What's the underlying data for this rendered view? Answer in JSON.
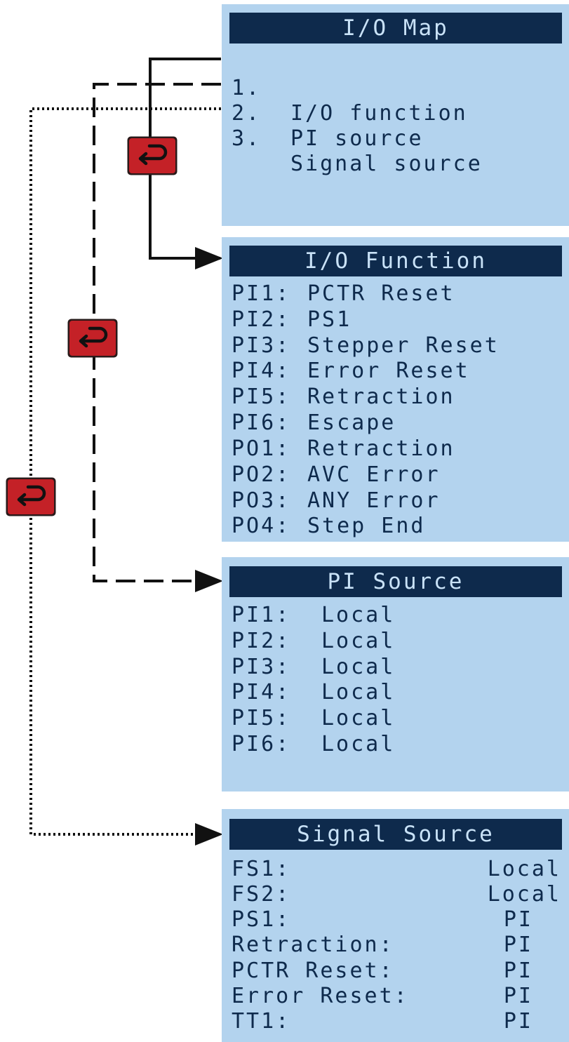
{
  "panels": {
    "io_map": {
      "title": "I/O Map",
      "items": [
        {
          "num": "1.",
          "label": "I/O function"
        },
        {
          "num": "2.",
          "label": "PI source"
        },
        {
          "num": "3.",
          "label": "Signal source"
        }
      ]
    },
    "io_function": {
      "title": "I/O Function",
      "rows": [
        {
          "key": "PI1:",
          "value": "PCTR Reset"
        },
        {
          "key": "PI2:",
          "value": "PS1"
        },
        {
          "key": "PI3:",
          "value": "Stepper Reset"
        },
        {
          "key": "PI4:",
          "value": "Error Reset"
        },
        {
          "key": "PI5:",
          "value": "Retraction"
        },
        {
          "key": "PI6:",
          "value": "Escape"
        },
        {
          "key": "PO1:",
          "value": "Retraction"
        },
        {
          "key": "PO2:",
          "value": "AVC Error"
        },
        {
          "key": "PO3:",
          "value": "ANY Error"
        },
        {
          "key": "PO4:",
          "value": "Step End"
        }
      ]
    },
    "pi_source": {
      "title": "PI Source",
      "rows": [
        {
          "key": "PI1:",
          "value": "Local"
        },
        {
          "key": "PI2:",
          "value": "Local"
        },
        {
          "key": "PI3:",
          "value": "Local"
        },
        {
          "key": "PI4:",
          "value": "Local"
        },
        {
          "key": "PI5:",
          "value": "Local"
        },
        {
          "key": "PI6:",
          "value": "Local"
        }
      ]
    },
    "signal_source": {
      "title": "Signal Source",
      "rows": [
        {
          "key": "FS1:",
          "value": "Local"
        },
        {
          "key": "FS2:",
          "value": "Local"
        },
        {
          "key": "PS1:",
          "value": "PI"
        },
        {
          "key": "Retraction:",
          "value": "PI"
        },
        {
          "key": "PCTR Reset:",
          "value": "PI"
        },
        {
          "key": "Error Reset:",
          "value": "PI"
        },
        {
          "key": "TT1:",
          "value": "PI"
        }
      ]
    }
  },
  "back_buttons": [
    {
      "icon": "return-arrow-icon"
    },
    {
      "icon": "return-arrow-icon"
    },
    {
      "icon": "return-arrow-icon"
    }
  ],
  "colors": {
    "panel_bg": "#b3d3ee",
    "title_bg": "#0e2a4c",
    "button_red": "#c42127"
  }
}
